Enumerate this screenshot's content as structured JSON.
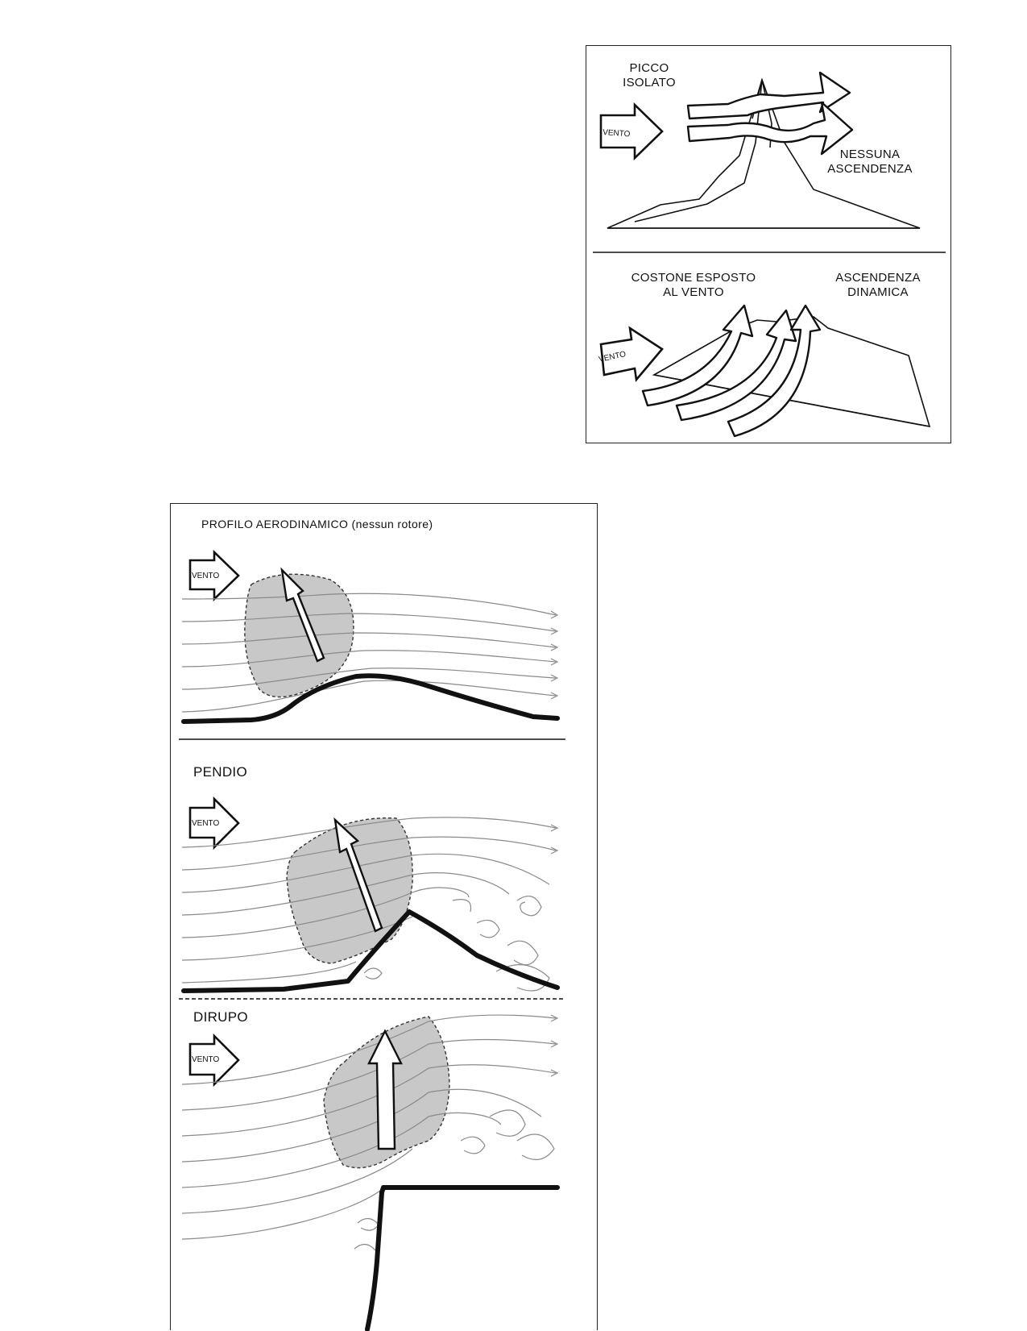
{
  "top_figure": {
    "isolated_peak": {
      "title_line1": "PICCO",
      "title_line2": "ISOLATO",
      "wind_label": "VENTO",
      "result_line1": "NESSUNA",
      "result_line2": "ASCENDENZA"
    },
    "exposed_ridge": {
      "title_line1": "COSTONE ESPOSTO",
      "title_line2": "AL VENTO",
      "wind_label": "VENTO",
      "result_line1": "ASCENDENZA",
      "result_line2": "DINAMICA"
    }
  },
  "bottom_figure": {
    "aerodynamic": {
      "title": "PROFILO AERODINAMICO (nessun rotore)",
      "wind_label": "VENTO"
    },
    "slope": {
      "title": "PENDIO",
      "wind_label": "VENTO"
    },
    "cliff": {
      "title": "DIRUPO",
      "wind_label": "VENTO"
    }
  }
}
